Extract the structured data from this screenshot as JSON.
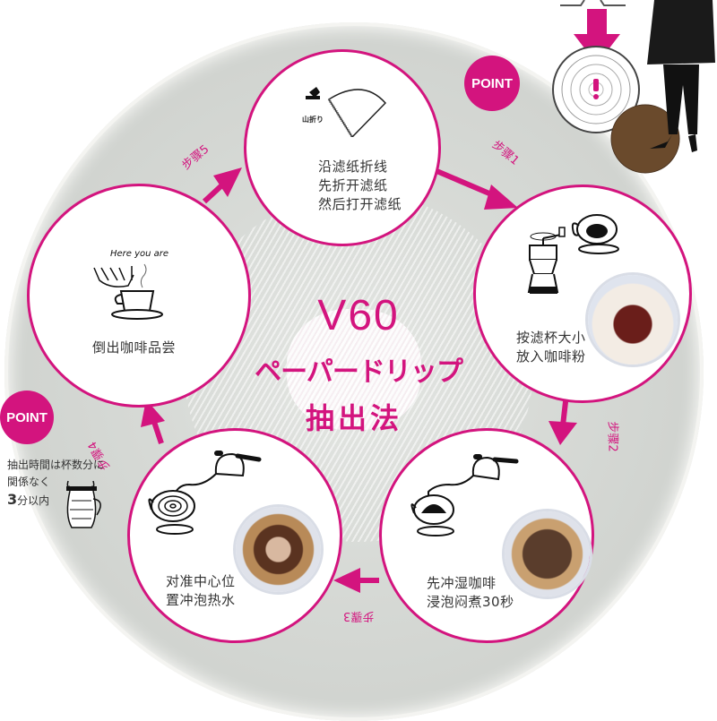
{
  "title": {
    "model": "V60",
    "method_kana": "ペーパードリップ",
    "method_kanji": "抽出法"
  },
  "colors": {
    "accent": "#d3147e",
    "plate": "#d7dad6",
    "text": "#333333"
  },
  "steps": [
    {
      "label": "步骤1",
      "illustration_caption": "山折り",
      "lines": [
        "沿滤纸折线",
        "先折开滤纸",
        "然后打开滤纸"
      ],
      "icon": "filter-paper-fold-icon"
    },
    {
      "label": "步骤2",
      "lines": [
        "按滤杯大小",
        "放入咖啡粉"
      ],
      "icon": "coffee-grinder-icon"
    },
    {
      "label": "步骤3",
      "lines": [
        "先冲湿咖啡",
        "浸泡闷煮30秒"
      ],
      "icon": "kettle-pour-icon"
    },
    {
      "label": "步骤4",
      "lines": [
        "对准中心位",
        "置冲泡热水"
      ],
      "icon": "spiral-pour-icon"
    },
    {
      "label": "步骤5",
      "illustration_caption": "Here you are",
      "lines": [
        "倒出咖啡品尝"
      ],
      "icon": "coffee-cup-icon"
    }
  ],
  "points": [
    {
      "label": "POINT"
    },
    {
      "label": "POINT",
      "note_lines": [
        "抽出時間は杯数分に",
        "関係なく",
        "3分以内"
      ],
      "note_emphasis": "3"
    }
  ]
}
